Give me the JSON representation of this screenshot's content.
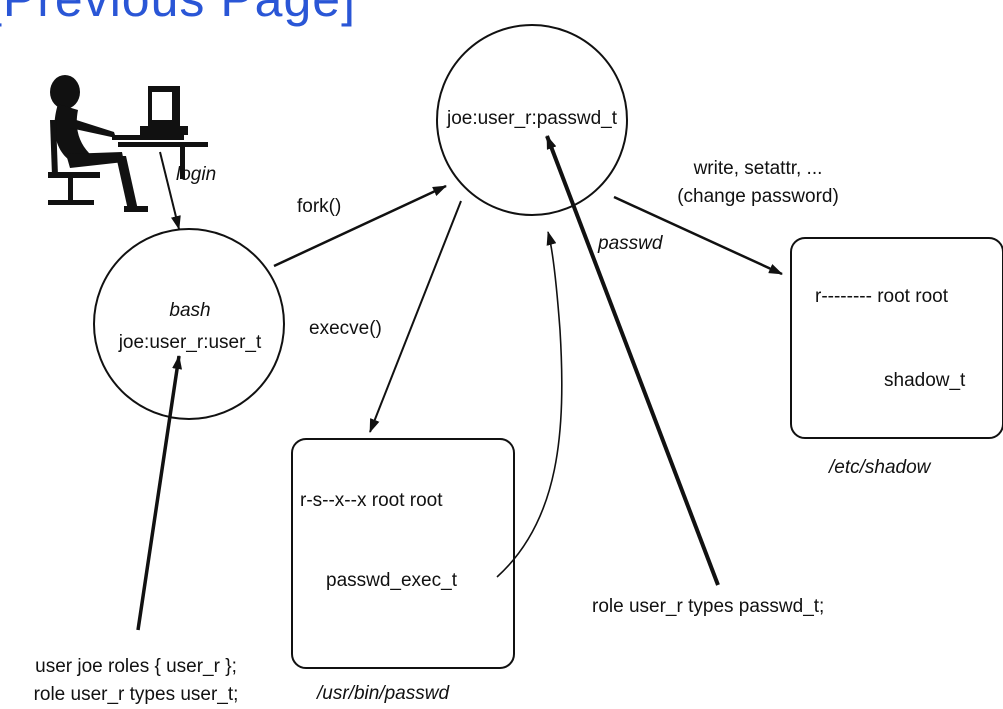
{
  "header_banner": "[Previous Page]",
  "user_process": {
    "program": "bash",
    "context": "joe:user_r:user_t"
  },
  "passwd_process": {
    "context": "joe:user_r:passwd_t",
    "program": "passwd"
  },
  "login_label": "login",
  "fork_label": "fork()",
  "execve_label": "execve()",
  "write_label_line1": "write, setattr, ...",
  "write_label_line2": "(change password)",
  "passwd_file": {
    "perms": "r-s--x--x root root",
    "type": "passwd_exec_t",
    "path": "/usr/bin/passwd"
  },
  "shadow_file": {
    "perms": "r-------- root root",
    "type": "shadow_t",
    "path": "/etc/shadow"
  },
  "policy_user_line1": "user joe roles { user_r };",
  "policy_user_line2": "role user_r types user_t;",
  "policy_passwd": "role user_r types passwd_t;",
  "colors": {
    "banner": "#2a56d6",
    "stroke": "#111111"
  },
  "icons": [
    "user-at-computer-icon"
  ]
}
